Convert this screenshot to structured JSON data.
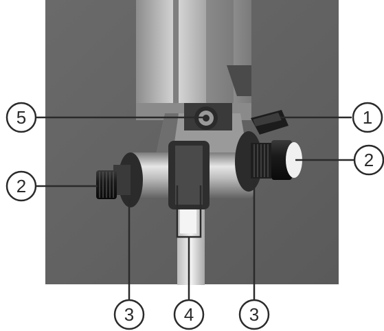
{
  "figure": {
    "callouts": {
      "one": "1",
      "two_right": "2",
      "two_left": "2",
      "three_left": "3",
      "four": "4",
      "three_right": "3",
      "five": "5"
    }
  }
}
